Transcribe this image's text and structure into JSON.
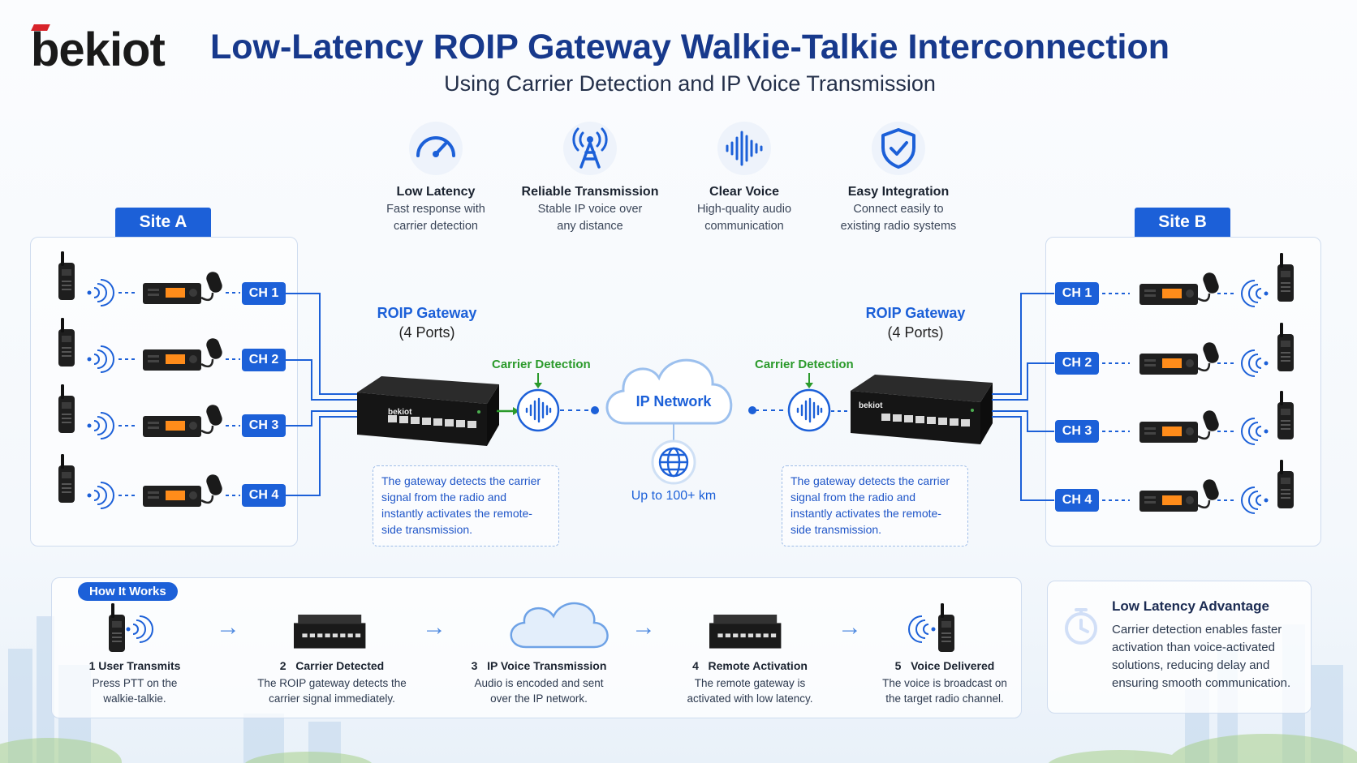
{
  "header": {
    "logo": "bekiot",
    "title": "Low-Latency ROIP Gateway Walkie-Talkie Interconnection",
    "subtitle": "Using Carrier Detection and IP Voice Transmission"
  },
  "features": [
    {
      "icon": "speedometer-icon",
      "title": "Low Latency",
      "line1": "Fast response with",
      "line2": "carrier detection"
    },
    {
      "icon": "radio-tower-icon",
      "title": "Reliable Transmission",
      "line1": "Stable IP voice over",
      "line2": "any distance"
    },
    {
      "icon": "sound-wave-icon",
      "title": "Clear Voice",
      "line1": "High-quality audio",
      "line2": "communication"
    },
    {
      "icon": "shield-check-icon",
      "title": "Easy Integration",
      "line1": "Connect easily to",
      "line2": "existing radio systems"
    }
  ],
  "site_a": {
    "label": "Site A",
    "channels": [
      "CH 1",
      "CH 2",
      "CH 3",
      "CH 4"
    ]
  },
  "site_b": {
    "label": "Site B",
    "channels": [
      "CH 1",
      "CH 2",
      "CH 3",
      "CH 4"
    ]
  },
  "gateway_left": {
    "name": "ROIP Gateway",
    "ports": "(4 Ports)",
    "brand": "bekiot",
    "carrier": "Carrier Detection",
    "note": "The gateway detects the carrier signal from the radio and instantly activates the remote-side transmission."
  },
  "gateway_right": {
    "name": "ROIP Gateway",
    "ports": "(4 Ports)",
    "brand": "bekiot",
    "carrier": "Carrier Detection",
    "note": "The gateway detects the carrier signal from the radio and instantly activates the remote-side transmission."
  },
  "network": {
    "label": "IP Network",
    "distance": "Up to 100+ km"
  },
  "how_it_works": {
    "tab": "How It Works",
    "steps": [
      {
        "num": "1",
        "title": "User Transmits",
        "line1": "Press PTT on the",
        "line2": "walkie-talkie."
      },
      {
        "num": "2",
        "title": "Carrier Detected",
        "line1": "The ROIP gateway detects the",
        "line2": "carrier signal immediately."
      },
      {
        "num": "3",
        "title": "IP Voice Transmission",
        "line1": "Audio is encoded and sent",
        "line2": "over the IP network."
      },
      {
        "num": "4",
        "title": "Remote Activation",
        "line1": "The remote gateway is",
        "line2": "activated with low latency."
      },
      {
        "num": "5",
        "title": "Voice Delivered",
        "line1": "The voice is broadcast on",
        "line2": "the target radio channel."
      }
    ]
  },
  "advantage": {
    "title": "Low Latency Advantage",
    "line1": "Carrier detection enables faster",
    "line2": "activation than voice-activated",
    "line3": "solutions, reducing delay and",
    "line4": "ensuring smooth communication.",
    "icon": "stopwatch-icon"
  },
  "colors": {
    "primary": "#1c60d8",
    "title": "#17398c",
    "carrier": "#2b9a2b"
  }
}
